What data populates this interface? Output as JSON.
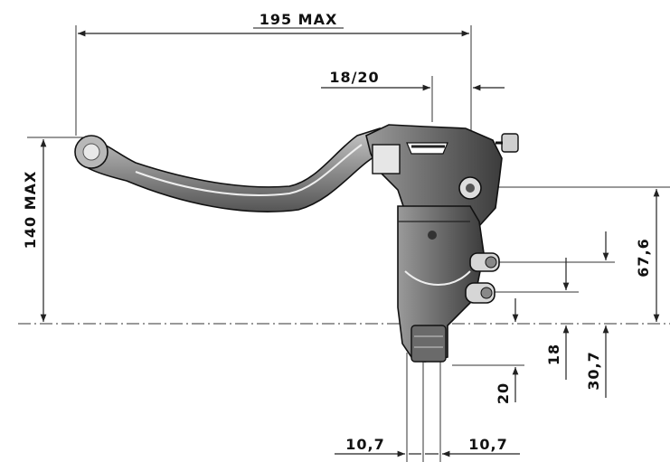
{
  "dimensions": {
    "overall_length": "195 MAX",
    "overall_height": "140 MAX",
    "lever_reach": "18/20",
    "height_to_pivot": "67,6",
    "port_upper_offset": "30,7",
    "port_spacing": "18",
    "port_lower_offset": "20",
    "half_width_left": "10,7",
    "half_width_right": "10,7"
  },
  "colors": {
    "line": "#222222",
    "body_fill": "#7a7a7a",
    "body_dark": "#3a3a3a",
    "lever_fill": "#9a9a9a"
  }
}
